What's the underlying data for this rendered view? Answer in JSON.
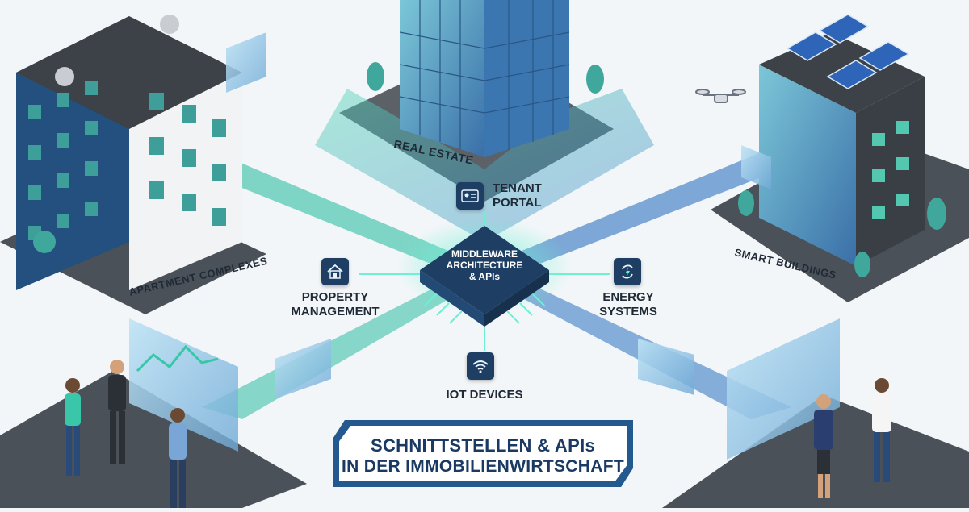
{
  "labels": {
    "real_estate": "REAL ESTATE",
    "apartment_complexes": "APARTMENT COMPLEXES",
    "smart_buildings": "SMART BUILDINGS",
    "tenant_portal": "TENANT\nPORTAL",
    "middleware": "MIDDLEWARE\nARCHITECTURE\n& APIs",
    "property_management": "PROPERTY\nMANAGEMENT",
    "energy_systems": "ENERGY\nSYSTEMS",
    "iot_devices": "IOT DEVICES"
  },
  "banner": {
    "line1": "SCHNITTSTELLEN & APIs",
    "line2": "IN DER IMMOBILIENWIRTSCHAFT"
  },
  "colors": {
    "navy": "#1e3f63",
    "teal": "#3ac6a8",
    "blue": "#4a86c8",
    "ground": "#4b5158",
    "banner_frame": "#24598f",
    "text": "#1f2a36"
  },
  "icons": [
    "building-icon",
    "house-icon",
    "id-card-icon",
    "energy-cycle-icon",
    "wifi-icon",
    "solar-panel-icon",
    "drone-icon",
    "server-icon",
    "dashboard-icon",
    "person-icon"
  ]
}
